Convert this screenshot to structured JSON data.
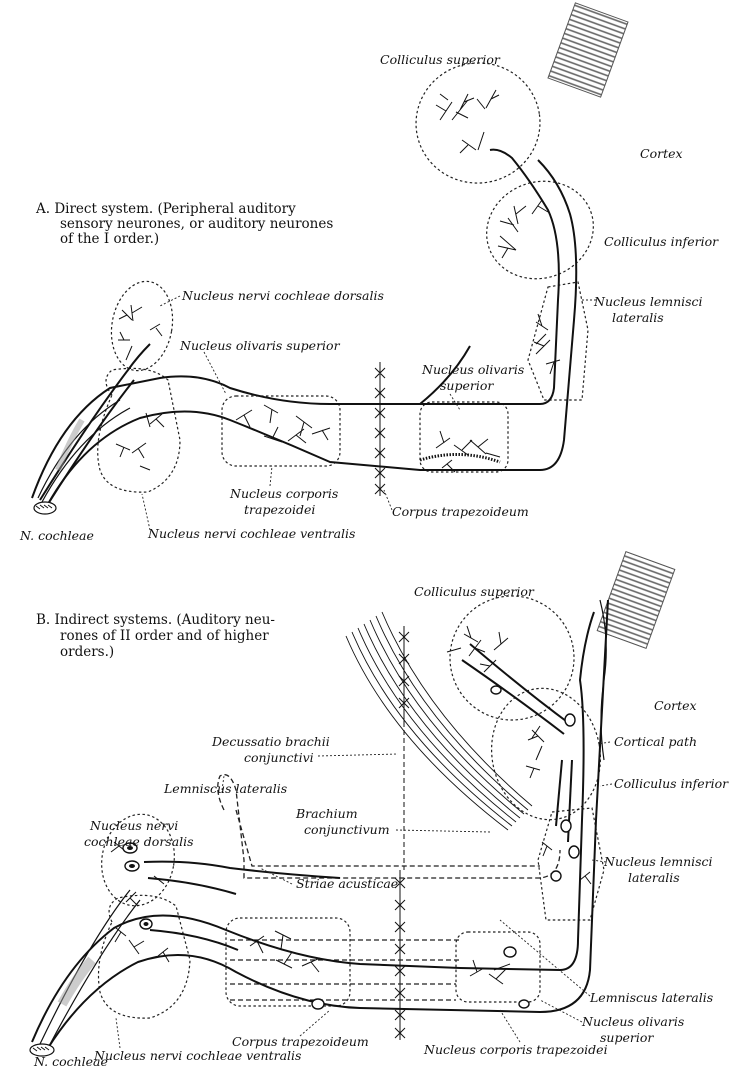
{
  "partA": {
    "caption_lines": [
      "A. Direct system. (Peripheral auditory",
      "sensory neurones, or auditory neurones",
      "of the I order.)"
    ],
    "labels": {
      "colliculus_superior": "Colliculus superior",
      "cortex": "Cortex",
      "colliculus_inferior": "Colliculus inferior",
      "nucleus_lemnisci_lateralis": [
        "Nucleus lemnisci",
        "lateralis"
      ],
      "nucleus_nervi_cochleae_dorsalis": "Nucleus nervi cochleae dorsalis",
      "nucleus_olivaris_superior_left": "Nucleus olivaris superior",
      "nucleus_olivaris_superior_right": [
        "Nucleus olivaris",
        "superior"
      ],
      "nucleus_corporis_trapezoidei": [
        "Nucleus corporis",
        "trapezoidei"
      ],
      "corpus_trapezoideum": "Corpus trapezoideum",
      "n_cochleae": "N. cochleae",
      "nucleus_nervi_cochleae_ventralis": "Nucleus nervi cochleae ventralis"
    }
  },
  "partB": {
    "caption_lines": [
      "B. Indirect systems. (Auditory neu-",
      "rones of II order and of higher",
      "orders.)"
    ],
    "labels": {
      "colliculus_superior": "Colliculus superior",
      "cortex": "Cortex",
      "cortical_path": "Cortical path",
      "colliculus_inferior": "Colliculus inferior",
      "decussatio_brachii_conjunctivi": [
        "Decussatio brachii",
        "conjunctivi"
      ],
      "lemniscus_lateralis_top": "Lemniscus lateralis",
      "brachium_conjunctivum": [
        "Brachium",
        "conjunctivum"
      ],
      "nucleus_nervi_cochleae_dorsalis": [
        "Nucleus nervi",
        "cochleae dorsalis"
      ],
      "striae_acusticae": "Striae acusticae",
      "nucleus_lemnisci_lateralis": [
        "Nucleus lemnisci",
        "lateralis"
      ],
      "lemniscus_lateralis_right": "Lemniscus lateralis",
      "nucleus_olivaris_superior": [
        "Nucleus olivaris",
        "superior"
      ],
      "corpus_trapezoideum": "Corpus trapezoideum",
      "nucleus_corporis_trapezoidei": "Nucleus corporis trapezoidei",
      "nucleus_nervi_cochleae_ventralis": "Nucleus nervi cochleae ventralis",
      "n_cochleae": "N. cochleae"
    }
  }
}
